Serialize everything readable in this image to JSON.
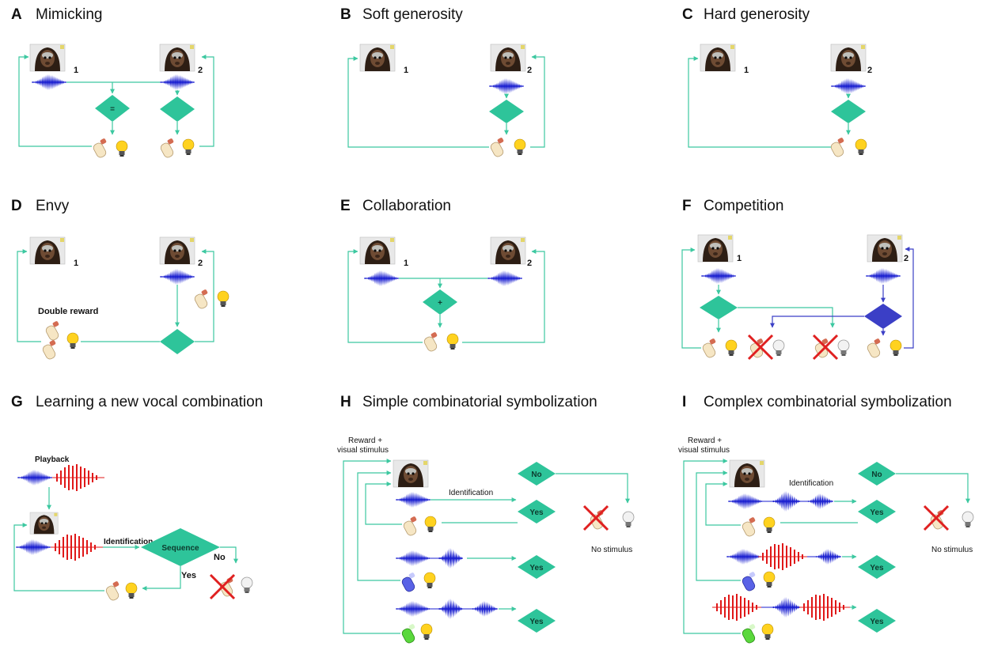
{
  "figure": {
    "panels": [
      {
        "letter": "A",
        "title": "Mimicking"
      },
      {
        "letter": "B",
        "title": "Soft generosity"
      },
      {
        "letter": "C",
        "title": "Hard generosity"
      },
      {
        "letter": "D",
        "title": "Envy"
      },
      {
        "letter": "E",
        "title": "Collaboration"
      },
      {
        "letter": "F",
        "title": "Competition"
      },
      {
        "letter": "G",
        "title": "Learning a new vocal combination"
      },
      {
        "letter": "H",
        "title": "Simple combinatorial symbolization"
      },
      {
        "letter": "I",
        "title": "Complex combinatorial symbolization"
      }
    ],
    "subject_1": "1",
    "subject_2": "2",
    "equals_sign": "=",
    "plus_sign": "+",
    "double_reward": "Double reward",
    "playback": "Playback",
    "identification_g": "Identification",
    "identification": "Identification",
    "sequence": "Sequence",
    "yes": "Yes",
    "no": "No",
    "reward_visual_1": "Reward +",
    "reward_visual_2": "visual stimulus",
    "no_stimulus": "No stimulus"
  },
  "colors": {
    "arrow": "#3cc8a0",
    "diamond": "#2ec49a",
    "diamond_dark": "#3b3fc6",
    "call_blue": "#1a1fd0",
    "call_red": "#e01818",
    "cross": "#e02020",
    "bulb": "#ffd21f"
  },
  "icons": [
    "marmoset-photo",
    "blue-call-waveform",
    "red-call-waveform",
    "reward-bottle-icon",
    "lightbulb-icon",
    "no-reward-cross-icon"
  ]
}
